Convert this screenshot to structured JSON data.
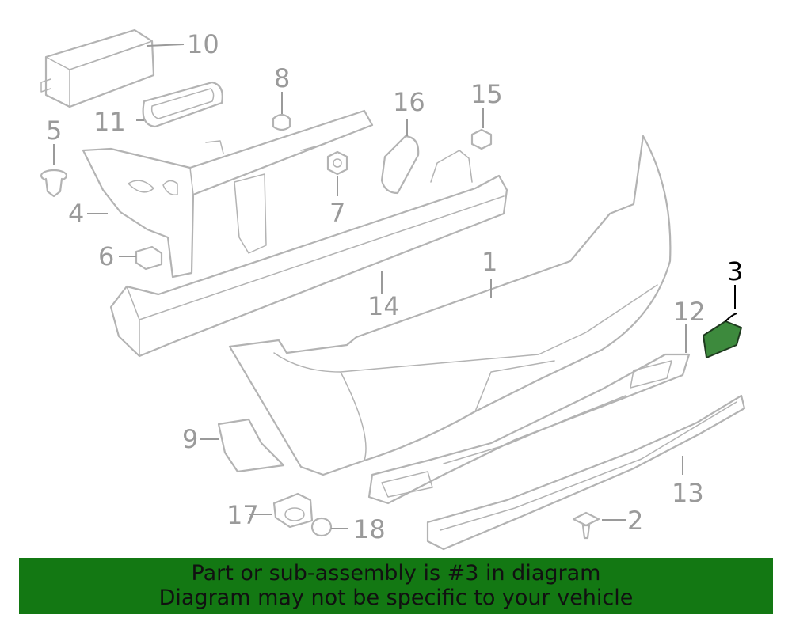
{
  "diagram": {
    "callouts": {
      "c1": "1",
      "c2": "2",
      "c3": "3",
      "c4": "4",
      "c5": "5",
      "c6": "6",
      "c7": "7",
      "c8": "8",
      "c9": "9",
      "c10": "10",
      "c11": "11",
      "c12": "12",
      "c13": "13",
      "c14": "14",
      "c15": "15",
      "c16": "16",
      "c17": "17",
      "c18": "18"
    },
    "highlighted_callout": "3",
    "colors": {
      "highlight_part": "#3d8a3d",
      "banner_background": "#137813",
      "parts_line": "#b3b3b3",
      "callout_text": "#9a9a9a"
    }
  },
  "banner": {
    "line1": "Part or sub-assembly is #3 in diagram",
    "line2": "Diagram may not be specific to your vehicle"
  }
}
